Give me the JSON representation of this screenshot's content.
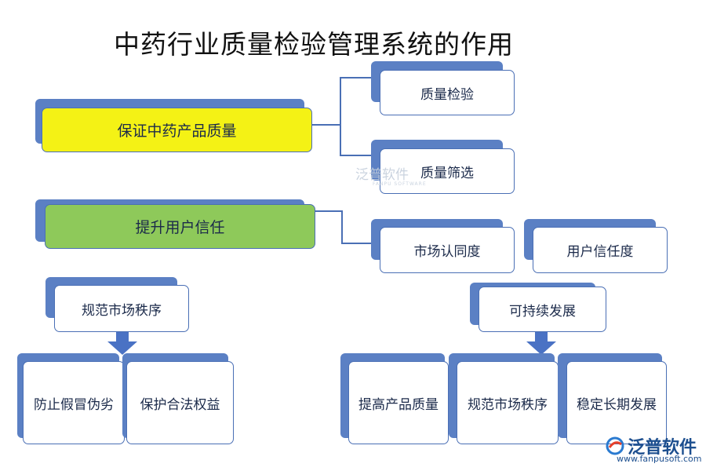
{
  "title": "中药行业质量检验管理系统的作用",
  "nodes": {
    "guarantee": "保证中药产品质量",
    "inspection": "质量检验",
    "screening": "质量筛选",
    "trust": "提升用户信任",
    "market_recognition": "市场认同度",
    "user_trust": "用户信任度",
    "regulate_market": "规范市场秩序",
    "anti_counterfeit": "防止假冒伪劣",
    "protect_rights": "保护合法权益",
    "sustainable": "可持续发展",
    "improve_quality": "提高产品质量",
    "regulate_market_2": "规范市场秩序",
    "stable_growth": "稳定长期发展"
  },
  "watermark": {
    "text": "泛普软件",
    "sub": "FANPU SOFTWARE"
  },
  "logo": {
    "brand": "泛普软件",
    "url": "www.fanpusoft.com"
  },
  "colors": {
    "box_border": "#4a6fb5",
    "box_shadow": "#5b80c4",
    "highlight_yellow": "#f4f215",
    "highlight_green": "#8ec95a",
    "arrow": "#4a72c4"
  }
}
